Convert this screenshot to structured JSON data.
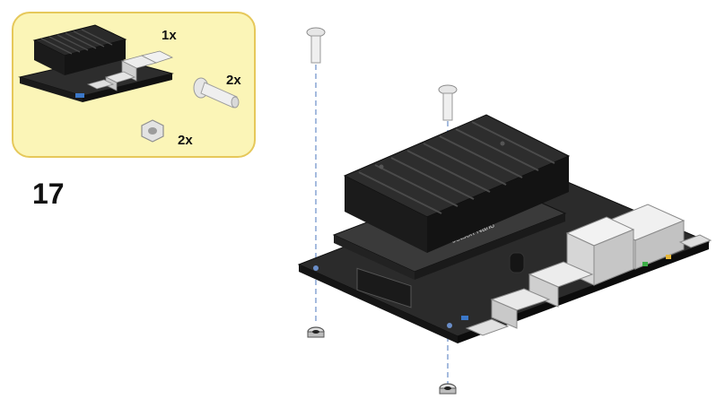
{
  "step": {
    "number": "17"
  },
  "parts": {
    "board_qty": "1x",
    "screw_qty": "2x",
    "nut_qty": "2x"
  },
  "board": {
    "module_label": "Jetson Nano"
  },
  "colors": {
    "panel_background": "#fbf5b7",
    "panel_border": "#e6c85a",
    "heatsink": "#1f1f1f",
    "pcb": "#2a2a2a",
    "ports": "#e9e9e9",
    "guide_line": "#6a8ec9"
  },
  "icons": [
    "developer-kit-board-icon",
    "screw-icon",
    "hex-nut-icon"
  ]
}
